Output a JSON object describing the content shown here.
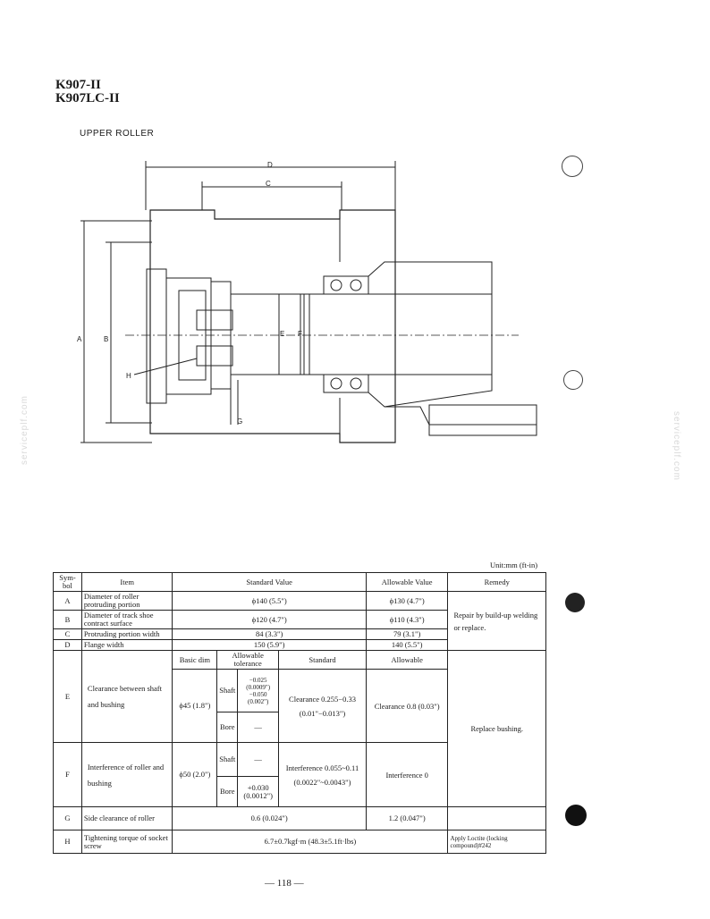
{
  "header": {
    "model_line1": "K907-II",
    "model_line2": "K907LC-II",
    "section_title": "UPPER ROLLER"
  },
  "watermark": "serviceplf.com",
  "drawing_labels": {
    "D": "D",
    "C": "C",
    "A": "A",
    "B": "B",
    "E": "E",
    "F": "F",
    "G": "G",
    "H": "H"
  },
  "units": "Unit:mm (ft-in)",
  "table": {
    "headers": {
      "symbol": "Sym-bol",
      "item": "Item",
      "standard_value": "Standard Value",
      "allowable_value": "Allowable Value",
      "remedy": "Remedy"
    },
    "rows": {
      "A": {
        "symbol": "A",
        "item": "Diameter of roller protruding portion",
        "standard": "ϕ140 (5.5\")",
        "allowable": "ϕ130 (4.7\")"
      },
      "B": {
        "symbol": "B",
        "item": "Diameter of track shoe contract surface",
        "standard": "ϕ120 (4.7\")",
        "allowable": "ϕ110 (4.3\")"
      },
      "C": {
        "symbol": "C",
        "item": "Protruding portion width",
        "standard": "84 (3.3\")",
        "allowable": "79 (3.1\")"
      },
      "D": {
        "symbol": "D",
        "item": "Flange width",
        "standard": "150 (5.9\")",
        "allowable": "140 (5.5\")"
      },
      "remedy_ABC": "Repair by build-up welding or replace.",
      "sub_headers": {
        "basic_dim": "Basic dim",
        "allowable_tol": "Allowable tolerance",
        "standard": "Standard",
        "allowable": "Allowable"
      },
      "E": {
        "symbol": "E",
        "item": "Clearance between shaft and bushing",
        "basic_dim": "ϕ45 (1.8\")",
        "shaft_label": "Shaft",
        "shaft_tol": "−0.025 (0.0009\") −0.050 (0.002\")",
        "bore_label": "Bore",
        "bore_tol": "—",
        "standard": "Clearance 0.255−0.33 (0.01\"−0.013\")",
        "allowable": "Clearance 0.8 (0.03\")"
      },
      "F": {
        "symbol": "F",
        "item": "Interference of roller and bushing",
        "basic_dim": "ϕ50 (2.0\")",
        "shaft_label": "Shaft",
        "shaft_tol": "—",
        "bore_label": "Bore",
        "bore_tol": "+0.030 (0.0012\")",
        "standard": "Interference 0.055~0.11 (0.0022\"~0.0043\")",
        "allowable": "Interference 0"
      },
      "remedy_EF": "Replace bushing.",
      "G": {
        "symbol": "G",
        "item": "Side clearance of roller",
        "standard": "0.6 (0.024\")",
        "allowable": "1.2 (0.047\")"
      },
      "H": {
        "symbol": "H",
        "item": "Tightening torque of socket screw",
        "standard": "6.7±0.7kgf·m (48.3±5.1ft·lbs)",
        "remedy": "Apply Loctite (locking compound)#242"
      }
    }
  },
  "footer": {
    "page_number": "— 118 —"
  }
}
